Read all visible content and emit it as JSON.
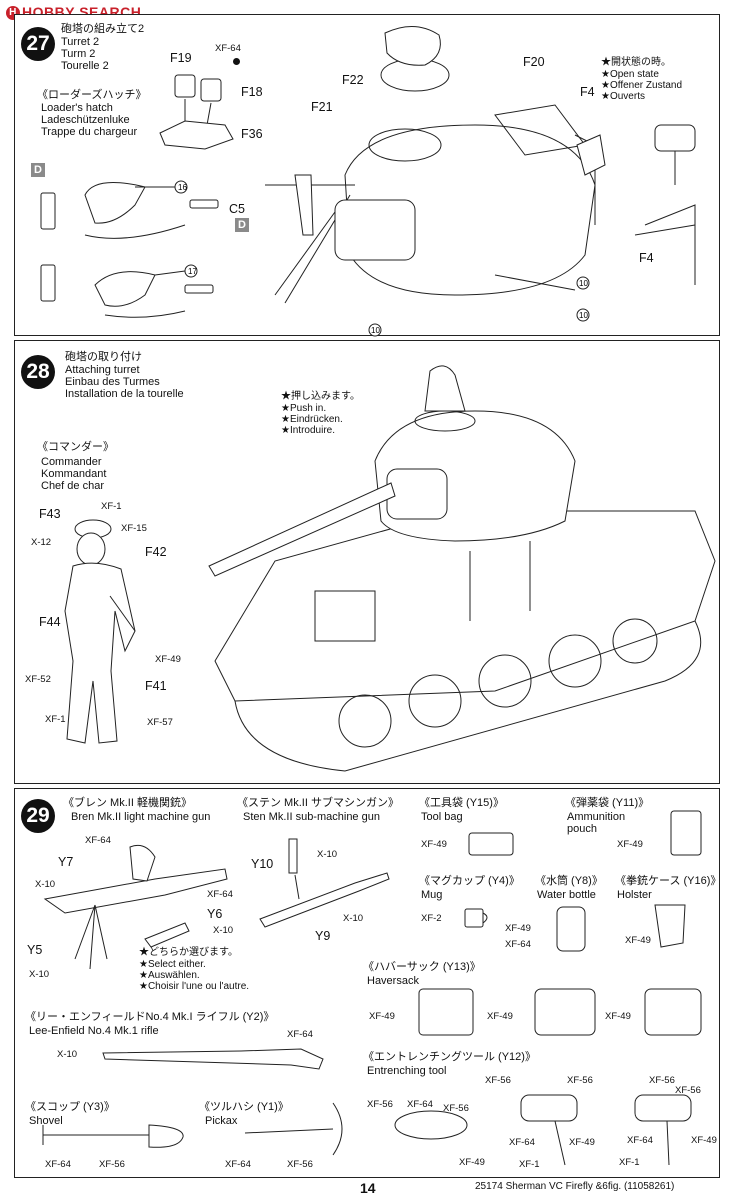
{
  "watermark": {
    "brand": "HOBBY SEARCH",
    "mark": "H"
  },
  "step27": {
    "number": "27",
    "title_jp": "砲塔の組み立て2",
    "title_de": "Turret 2",
    "title_en2": "Turm 2",
    "title_fr": "Tourelle 2",
    "hatch_jp": "《ローダーズハッチ》",
    "hatch_en": "Loader's hatch",
    "hatch_de": "Ladeschützenluke",
    "hatch_fr": "Trappe du chargeur",
    "parts": {
      "f19": "F19",
      "f18": "F18",
      "f36": "F36",
      "f22": "F22",
      "f21": "F21",
      "f20": "F20",
      "f4a": "F4",
      "f4b": "F4",
      "c5": "C5"
    },
    "xf64": "XF-64",
    "open_jp": "★開状態の時。",
    "open_en": "★Open state",
    "open_de": "★Offener Zustand",
    "open_fr": "★Ouverts",
    "d_label": "D",
    "n16": "16",
    "n17": "17",
    "n10": "10"
  },
  "step28": {
    "number": "28",
    "title_jp": "砲塔の取り付け",
    "title_en": "Attaching turret",
    "title_de": "Einbau des Turmes",
    "title_fr": "Installation de la tourelle",
    "push_jp": "★押し込みます。",
    "push_en": "★Push in.",
    "push_de": "★Eindrücken.",
    "push_fr": "★Introduire.",
    "cmd_jp": "《コマンダー》",
    "cmd_en": "Commander",
    "cmd_de": "Kommandant",
    "cmd_fr": "Chef de char",
    "parts": {
      "f43": "F43",
      "f42": "F42",
      "f44": "F44",
      "f41": "F41"
    },
    "paints": {
      "xf1a": "XF-1",
      "xf15": "XF-15",
      "xf12": "X-12",
      "xf49": "XF-49",
      "xf52": "XF-52",
      "xf1b": "XF-1",
      "xf57": "XF-57"
    }
  },
  "step29": {
    "number": "29",
    "bren_jp": "《ブレン Mk.II 軽機関銃》",
    "bren_en": "Bren Mk.II light machine gun",
    "sten_jp": "《ステン Mk.II サブマシンガン》",
    "sten_en": "Sten Mk.II sub-machine gun",
    "toolbag_jp": "《工具袋 (Y15)》",
    "toolbag_en": "Tool bag",
    "ammo_jp": "《弾薬袋 (Y11)》",
    "ammo_en1": "Ammunition",
    "ammo_en2": "pouch",
    "mug_jp": "《マグカップ (Y4)》",
    "mug_en": "Mug",
    "bottle_jp": "《水筒 (Y8)》",
    "bottle_en": "Water bottle",
    "holster_jp": "《拳銃ケース (Y16)》",
    "holster_en": "Holster",
    "haversack_jp": "《ハバーサック (Y13)》",
    "haversack_en": "Haversack",
    "rifle_jp": "《リー・エンフィールドNo.4 Mk.I ライフル (Y2)》",
    "rifle_en": "Lee-Enfield No.4 Mk.1 rifle",
    "entrench_jp": "《エントレンチングツール (Y12)》",
    "entrench_en": "Entrenching tool",
    "shovel_jp": "《スコップ (Y3)》",
    "shovel_en": "Shovel",
    "pickax_jp": "《ツルハシ (Y1)》",
    "pickax_en": "Pickax",
    "select_jp": "★どちらか選びます。",
    "select_en": "★Select either.",
    "select_de": "★Auswählen.",
    "select_fr": "★Choisir l'une ou l'autre.",
    "parts": {
      "y7": "Y7",
      "y6": "Y6",
      "y5": "Y5",
      "y10": "Y10",
      "y9": "Y9"
    },
    "xf64": "XF-64",
    "xf10": "X-10",
    "xf49": "XF-49",
    "xf2": "XF-2",
    "xf56": "XF-56",
    "xf1": "XF-1"
  },
  "footer": {
    "page": "14",
    "code": "25174  Sherman VC Firefly &6fig. (11058261)"
  }
}
